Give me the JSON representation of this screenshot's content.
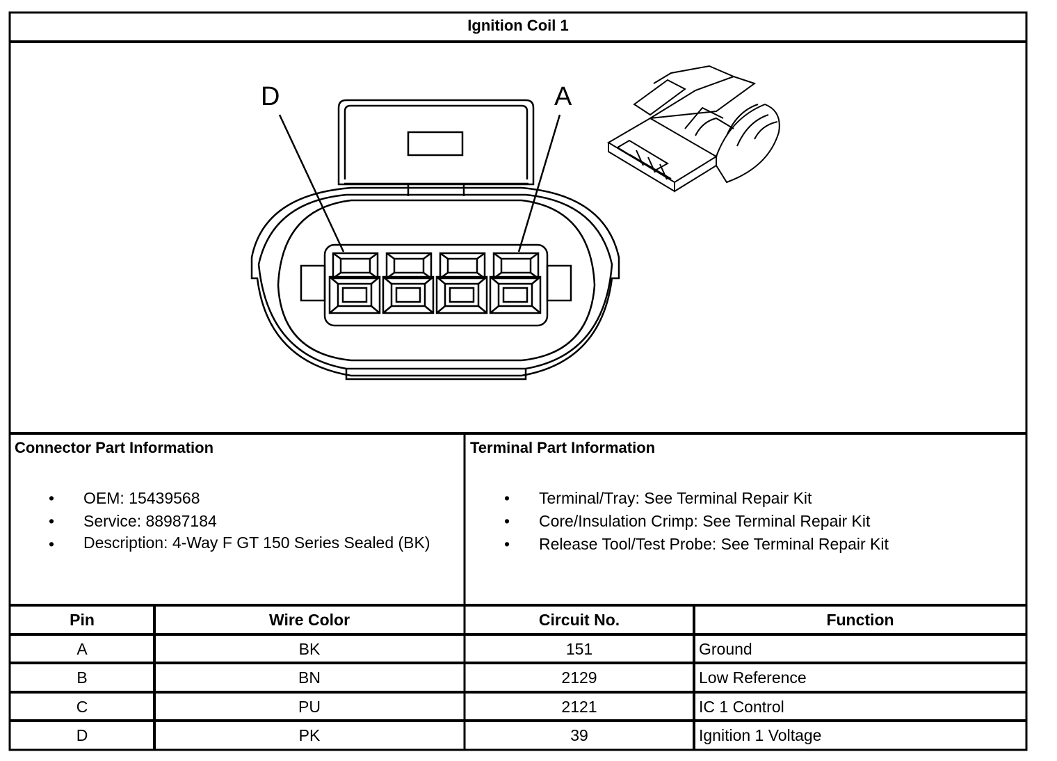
{
  "title": "Ignition Coil 1",
  "pin_labels": {
    "left": "D",
    "right": "A"
  },
  "connector_info": {
    "heading": "Connector Part Information",
    "items": [
      "OEM: 15439568",
      "Service: 88987184",
      "Description: 4-Way F GT 150 Series Sealed (BK)"
    ]
  },
  "terminal_info": {
    "heading": "Terminal Part Information",
    "items": [
      "Terminal/Tray: See Terminal Repair Kit",
      "Core/Insulation Crimp: See Terminal Repair Kit",
      "Release Tool/Test Probe: See Terminal Repair Kit"
    ]
  },
  "bullet_glyph": "•",
  "table": {
    "headers": [
      "Pin",
      "Wire Color",
      "Circuit No.",
      "Function"
    ],
    "rows": [
      [
        "A",
        "BK",
        "151",
        "Ground"
      ],
      [
        "B",
        "BN",
        "2129",
        "Low Reference"
      ],
      [
        "C",
        "PU",
        "2121",
        "IC 1 Control"
      ],
      [
        "D",
        "PK",
        "39",
        "Ignition 1 Voltage"
      ]
    ]
  }
}
